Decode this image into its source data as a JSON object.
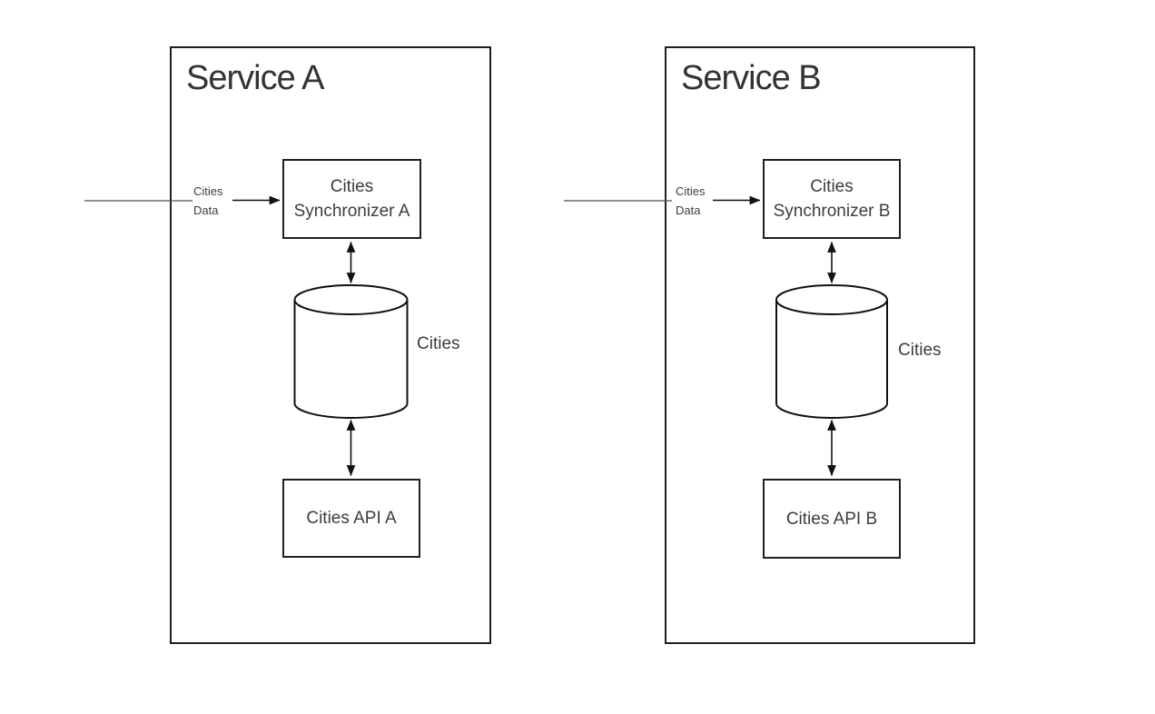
{
  "diagram": {
    "kind": "service-architecture-diagram",
    "services": [
      {
        "title": "Service A",
        "input_label": {
          "line1": "Cities",
          "line2": "Data"
        },
        "synchronizer": {
          "line1": "Cities",
          "line2": "Synchronizer A"
        },
        "database_label": "Cities",
        "api_label": "Cities API A"
      },
      {
        "title": "Service B",
        "input_label": {
          "line1": "Cities",
          "line2": "Data"
        },
        "synchronizer": {
          "line1": "Cities",
          "line2": "Synchronizer B"
        },
        "database_label": "Cities",
        "api_label": "Cities API B"
      }
    ],
    "connections": [
      "external Cities Data feed -> Cities Synchronizer A",
      "Cities Synchronizer A <-> Cities database A",
      "Cities database A <-> Cities API A",
      "external Cities Data feed -> Cities Synchronizer B",
      "Cities Synchronizer B <-> Cities database B",
      "Cities database B <-> Cities API B"
    ],
    "colors": {
      "stroke": "#111111",
      "panel_border": "#1f1f1f",
      "external_line": "#4f4f4f",
      "text": "#3d3d3d",
      "title_text": "#333333",
      "background": "#ffffff"
    }
  }
}
